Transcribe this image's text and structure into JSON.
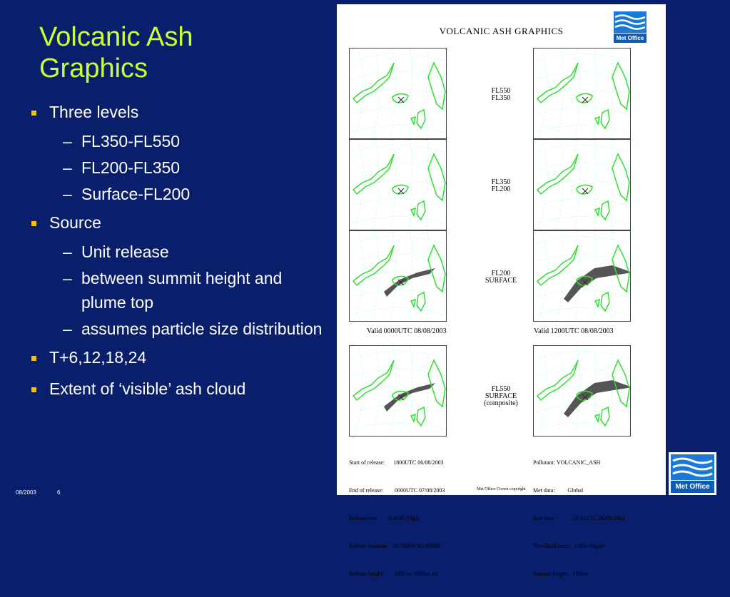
{
  "slide": {
    "title": "Volcanic Ash Graphics",
    "bullets": [
      {
        "text": "Three levels",
        "sub": [
          "FL350-FL550",
          "FL200-FL350",
          "Surface-FL200"
        ]
      },
      {
        "text": "Source",
        "sub": [
          "Unit release",
          "between summit height and plume top",
          "assumes particle size distribution"
        ]
      },
      {
        "text": "T+6,12,18,24",
        "sub": []
      },
      {
        "text": "Extent of ‘visible’ ash cloud",
        "sub": []
      }
    ],
    "footer_date": "08/2003",
    "page_number": "6"
  },
  "figure": {
    "title": "VOLCANIC ASH GRAPHICS",
    "logo_text": "Met Office",
    "levels": [
      {
        "top": "FL550",
        "bottom": "FL350"
      },
      {
        "top": "FL350",
        "bottom": "FL200"
      },
      {
        "top": "FL200",
        "bottom": "SURFACE"
      },
      {
        "top": "FL550",
        "bottom": "SURFACE",
        "note": "(composite)"
      }
    ],
    "valid_left": "Valid 0000UTC 08/08/2003",
    "valid_right": "Valid 1200UTC 08/08/2003",
    "meta_left": [
      "Start of release:      1800UTC 06/08/2003",
      "End of release:        0000UTC 07/08/2003",
      "Release rate:       0.463E-04g/s",
      "Release location:   19.7000W 63.9800N",
      "Release height:       1000 to  6000m asl"
    ],
    "meta_right": [
      "Pollutant: VOLCANIC_ASH",
      "Met data:         Global",
      "Run time:            16:41UTC 06/08/2003",
      "Threshold conc:   1.00e-16g/m³",
      "Summit height:   1000m"
    ],
    "copyright": "Met Office Crown copyright"
  },
  "corner_logo_text": "Met Office",
  "colors": {
    "background": "#0a1f6b",
    "title": "#ccff33",
    "bullet": "#f5c000",
    "coast": "#33dd33",
    "ash": "#555555"
  }
}
